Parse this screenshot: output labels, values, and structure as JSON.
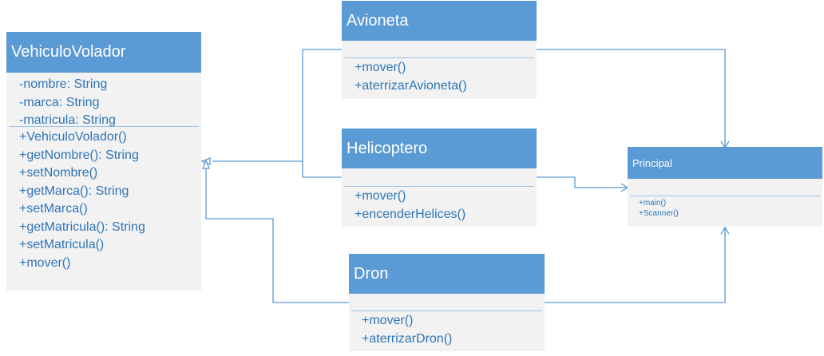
{
  "classes": {
    "vehiculo": {
      "name": "VehiculoVolador",
      "attributes": [
        "-nombre: String",
        "-marca: String",
        "-matricula: String"
      ],
      "methods": [
        "+VehiculoVolador()",
        "+getNombre(): String",
        "+setNombre()",
        "+getMarca(): String",
        "+setMarca()",
        "+getMatricula(): String",
        "+setMatricula()",
        "+mover()"
      ]
    },
    "avioneta": {
      "name": "Avioneta",
      "attributes": [],
      "methods": [
        "+mover()",
        "+aterrizarAvioneta()"
      ]
    },
    "helicoptero": {
      "name": "Helicoptero",
      "attributes": [],
      "methods": [
        "+mover()",
        "+encenderHelices()"
      ]
    },
    "dron": {
      "name": "Dron",
      "attributes": [],
      "methods": [
        "+mover()",
        "+aterrizarDron()"
      ]
    },
    "principal": {
      "name": "Principal",
      "attributes": [],
      "methods": [
        "+main()",
        "+Scanner()"
      ]
    }
  },
  "colors": {
    "header": "#5b9bd5",
    "body": "#f2f2f2",
    "text": "#2e75b6",
    "line": "#5b9bd5"
  }
}
